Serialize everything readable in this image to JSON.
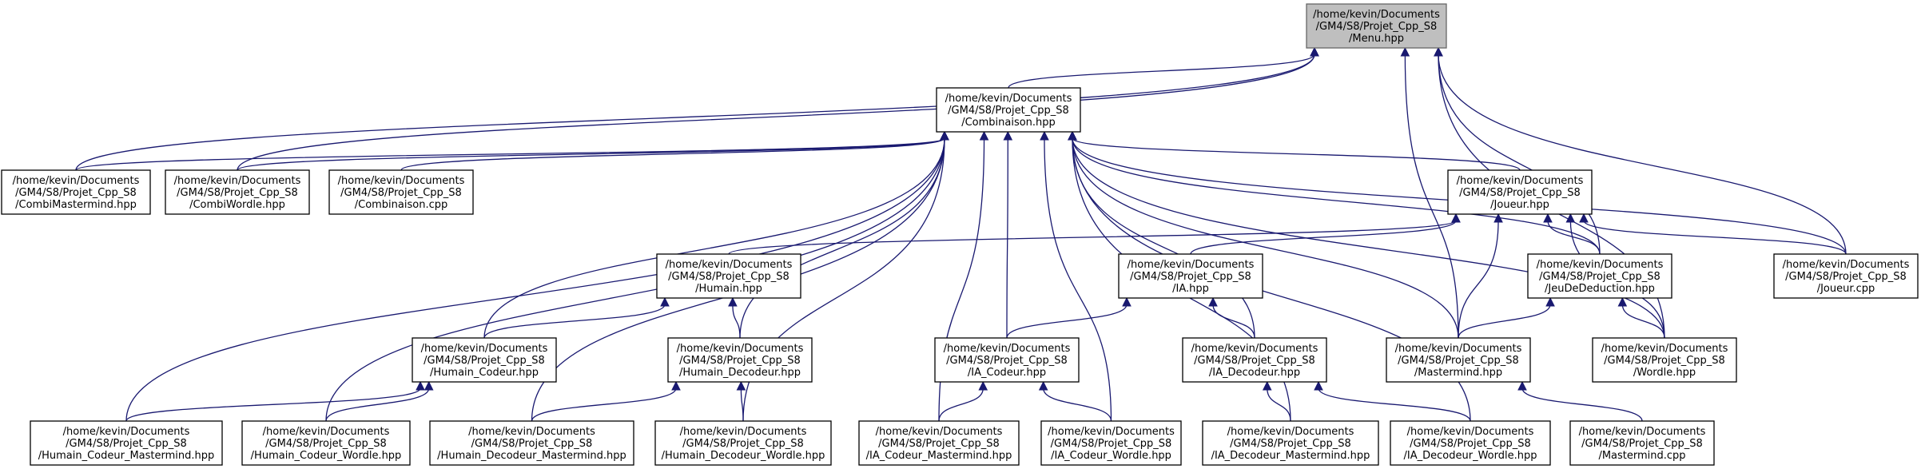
{
  "graph": {
    "edge_color": "#191970",
    "root_fill": "#bfbfbf",
    "nodes": [
      {
        "id": "menu",
        "lines": [
          "/home/kevin/Documents",
          "/GM4/S8/Projet_Cpp_S8",
          "/Menu.hpp"
        ],
        "root": true
      },
      {
        "id": "combinaison_hpp",
        "lines": [
          "/home/kevin/Documents",
          "/GM4/S8/Projet_Cpp_S8",
          "/Combinaison.hpp"
        ]
      },
      {
        "id": "combimastermind",
        "lines": [
          "/home/kevin/Documents",
          "/GM4/S8/Projet_Cpp_S8",
          "/CombiMastermind.hpp"
        ]
      },
      {
        "id": "combiwordle",
        "lines": [
          "/home/kevin/Documents",
          "/GM4/S8/Projet_Cpp_S8",
          "/CombiWordle.hpp"
        ]
      },
      {
        "id": "combinaison_cpp",
        "lines": [
          "/home/kevin/Documents",
          "/GM4/S8/Projet_Cpp_S8",
          "/Combinaison.cpp"
        ]
      },
      {
        "id": "joueur_hpp",
        "lines": [
          "/home/kevin/Documents",
          "/GM4/S8/Projet_Cpp_S8",
          "/Joueur.hpp"
        ]
      },
      {
        "id": "humain",
        "lines": [
          "/home/kevin/Documents",
          "/GM4/S8/Projet_Cpp_S8",
          "/Humain.hpp"
        ]
      },
      {
        "id": "ia",
        "lines": [
          "/home/kevin/Documents",
          "/GM4/S8/Projet_Cpp_S8",
          "/IA.hpp"
        ]
      },
      {
        "id": "jeudeduction",
        "lines": [
          "/home/kevin/Documents",
          "/GM4/S8/Projet_Cpp_S8",
          "/JeuDeDeduction.hpp"
        ]
      },
      {
        "id": "joueur_cpp",
        "lines": [
          "/home/kevin/Documents",
          "/GM4/S8/Projet_Cpp_S8",
          "/Joueur.cpp"
        ]
      },
      {
        "id": "humain_codeur",
        "lines": [
          "/home/kevin/Documents",
          "/GM4/S8/Projet_Cpp_S8",
          "/Humain_Codeur.hpp"
        ]
      },
      {
        "id": "humain_decodeur",
        "lines": [
          "/home/kevin/Documents",
          "/GM4/S8/Projet_Cpp_S8",
          "/Humain_Decodeur.hpp"
        ]
      },
      {
        "id": "ia_codeur",
        "lines": [
          "/home/kevin/Documents",
          "/GM4/S8/Projet_Cpp_S8",
          "/IA_Codeur.hpp"
        ]
      },
      {
        "id": "ia_decodeur",
        "lines": [
          "/home/kevin/Documents",
          "/GM4/S8/Projet_Cpp_S8",
          "/IA_Decodeur.hpp"
        ]
      },
      {
        "id": "mastermind_hpp",
        "lines": [
          "/home/kevin/Documents",
          "/GM4/S8/Projet_Cpp_S8",
          "/Mastermind.hpp"
        ]
      },
      {
        "id": "wordle_hpp",
        "lines": [
          "/home/kevin/Documents",
          "/GM4/S8/Projet_Cpp_S8",
          "/Wordle.hpp"
        ]
      },
      {
        "id": "hc_mastermind",
        "lines": [
          "/home/kevin/Documents",
          "/GM4/S8/Projet_Cpp_S8",
          "/Humain_Codeur_Mastermind.hpp"
        ]
      },
      {
        "id": "hc_wordle",
        "lines": [
          "/home/kevin/Documents",
          "/GM4/S8/Projet_Cpp_S8",
          "/Humain_Codeur_Wordle.hpp"
        ]
      },
      {
        "id": "hd_mastermind",
        "lines": [
          "/home/kevin/Documents",
          "/GM4/S8/Projet_Cpp_S8",
          "/Humain_Decodeur_Mastermind.hpp"
        ]
      },
      {
        "id": "hd_wordle",
        "lines": [
          "/home/kevin/Documents",
          "/GM4/S8/Projet_Cpp_S8",
          "/Humain_Decodeur_Wordle.hpp"
        ]
      },
      {
        "id": "iac_mastermind",
        "lines": [
          "/home/kevin/Documents",
          "/GM4/S8/Projet_Cpp_S8",
          "/IA_Codeur_Mastermind.hpp"
        ]
      },
      {
        "id": "iac_wordle",
        "lines": [
          "/home/kevin/Documents",
          "/GM4/S8/Projet_Cpp_S8",
          "/IA_Codeur_Wordle.hpp"
        ]
      },
      {
        "id": "iad_mastermind",
        "lines": [
          "/home/kevin/Documents",
          "/GM4/S8/Projet_Cpp_S8",
          "/IA_Decodeur_Mastermind.hpp"
        ]
      },
      {
        "id": "iad_wordle",
        "lines": [
          "/home/kevin/Documents",
          "/GM4/S8/Projet_Cpp_S8",
          "/IA_Decodeur_Wordle.hpp"
        ]
      },
      {
        "id": "mastermind_cpp",
        "lines": [
          "/home/kevin/Documents",
          "/GM4/S8/Projet_Cpp_S8",
          "/Mastermind.cpp"
        ]
      }
    ],
    "edges": [
      [
        "combinaison_hpp",
        "menu"
      ],
      [
        "combimastermind",
        "menu"
      ],
      [
        "combiwordle",
        "menu"
      ],
      [
        "mastermind_hpp",
        "menu"
      ],
      [
        "jeudeduction",
        "menu"
      ],
      [
        "wordle_hpp",
        "menu"
      ],
      [
        "joueur_cpp",
        "menu"
      ],
      [
        "combimastermind",
        "combinaison_hpp"
      ],
      [
        "combiwordle",
        "combinaison_hpp"
      ],
      [
        "combinaison_cpp",
        "combinaison_hpp"
      ],
      [
        "joueur_hpp",
        "combinaison_hpp"
      ],
      [
        "humain_codeur",
        "combinaison_hpp"
      ],
      [
        "humain_decodeur",
        "combinaison_hpp"
      ],
      [
        "ia_codeur",
        "combinaison_hpp"
      ],
      [
        "ia_decodeur",
        "combinaison_hpp"
      ],
      [
        "mastermind_hpp",
        "combinaison_hpp"
      ],
      [
        "jeudeduction",
        "combinaison_hpp"
      ],
      [
        "wordle_hpp",
        "combinaison_hpp"
      ],
      [
        "joueur_cpp",
        "combinaison_hpp"
      ],
      [
        "hc_mastermind",
        "combinaison_hpp"
      ],
      [
        "hc_wordle",
        "combinaison_hpp"
      ],
      [
        "hd_mastermind",
        "combinaison_hpp"
      ],
      [
        "hd_wordle",
        "combinaison_hpp"
      ],
      [
        "iac_mastermind",
        "combinaison_hpp"
      ],
      [
        "iac_wordle",
        "combinaison_hpp"
      ],
      [
        "iad_mastermind",
        "combinaison_hpp"
      ],
      [
        "iad_wordle",
        "combinaison_hpp"
      ],
      [
        "humain",
        "joueur_hpp"
      ],
      [
        "ia",
        "joueur_hpp"
      ],
      [
        "jeudeduction",
        "joueur_hpp"
      ],
      [
        "joueur_cpp",
        "joueur_hpp"
      ],
      [
        "mastermind_hpp",
        "joueur_hpp"
      ],
      [
        "wordle_hpp",
        "joueur_hpp"
      ],
      [
        "humain_codeur",
        "humain"
      ],
      [
        "humain_decodeur",
        "humain"
      ],
      [
        "ia_codeur",
        "ia"
      ],
      [
        "ia_decodeur",
        "ia"
      ],
      [
        "mastermind_hpp",
        "jeudeduction"
      ],
      [
        "wordle_hpp",
        "jeudeduction"
      ],
      [
        "hc_mastermind",
        "humain_codeur"
      ],
      [
        "hc_wordle",
        "humain_codeur"
      ],
      [
        "hd_mastermind",
        "humain_decodeur"
      ],
      [
        "hd_wordle",
        "humain_decodeur"
      ],
      [
        "iac_mastermind",
        "ia_codeur"
      ],
      [
        "iac_wordle",
        "ia_codeur"
      ],
      [
        "iad_mastermind",
        "ia_decodeur"
      ],
      [
        "iad_wordle",
        "ia_decodeur"
      ],
      [
        "mastermind_cpp",
        "mastermind_hpp"
      ]
    ]
  }
}
